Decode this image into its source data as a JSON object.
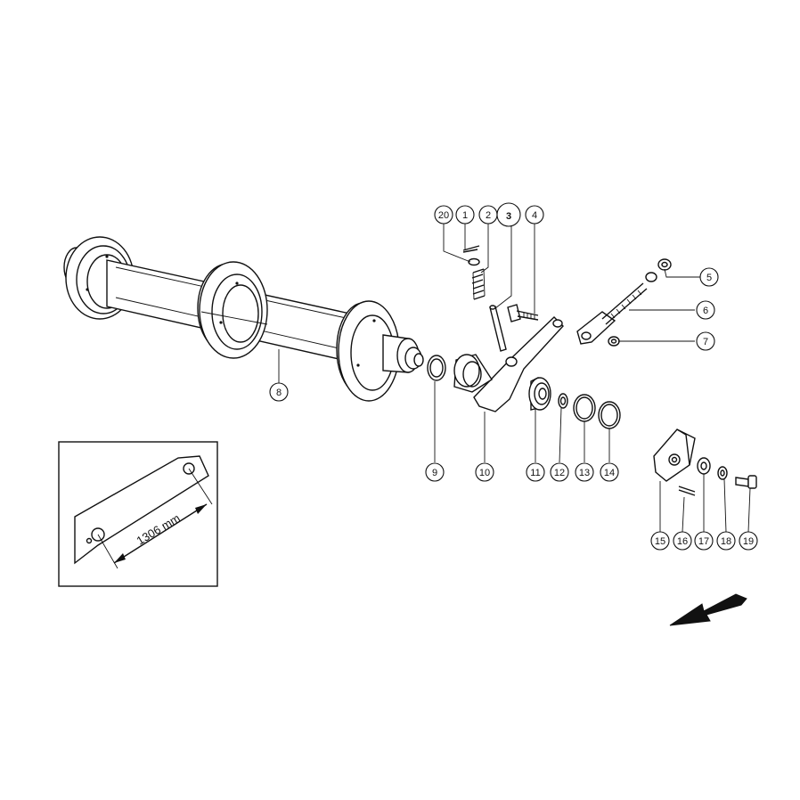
{
  "callouts": [
    {
      "id": "c20",
      "label": "20",
      "highlighted": false
    },
    {
      "id": "c1",
      "label": "1",
      "highlighted": false
    },
    {
      "id": "c2",
      "label": "2",
      "highlighted": false
    },
    {
      "id": "c3",
      "label": "3",
      "highlighted": true
    },
    {
      "id": "c4",
      "label": "4",
      "highlighted": false
    },
    {
      "id": "c5",
      "label": "5",
      "highlighted": false
    },
    {
      "id": "c6",
      "label": "6",
      "highlighted": false
    },
    {
      "id": "c7",
      "label": "7",
      "highlighted": false
    },
    {
      "id": "c8",
      "label": "8",
      "highlighted": false
    },
    {
      "id": "c9",
      "label": "9",
      "highlighted": false
    },
    {
      "id": "c10",
      "label": "10",
      "highlighted": false
    },
    {
      "id": "c11",
      "label": "11",
      "highlighted": false
    },
    {
      "id": "c12",
      "label": "12",
      "highlighted": false
    },
    {
      "id": "c13",
      "label": "13",
      "highlighted": false
    },
    {
      "id": "c14",
      "label": "14",
      "highlighted": false
    },
    {
      "id": "c15",
      "label": "15",
      "highlighted": false
    },
    {
      "id": "c16",
      "label": "16",
      "highlighted": false
    },
    {
      "id": "c17",
      "label": "17",
      "highlighted": false
    },
    {
      "id": "c18",
      "label": "18",
      "highlighted": false
    },
    {
      "id": "c19",
      "label": "19",
      "highlighted": false
    }
  ],
  "inset": {
    "dimension_label": "1306 mm"
  },
  "colors": {
    "highlight": "#e41e26",
    "line": "#111111",
    "background": "#ffffff"
  },
  "direction_icon": "arrow-down-left-icon"
}
